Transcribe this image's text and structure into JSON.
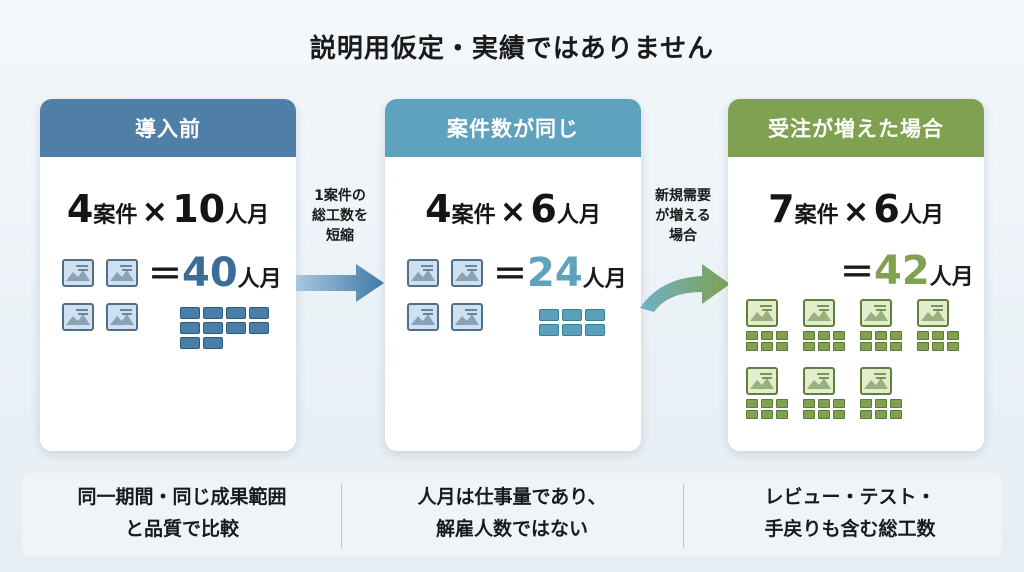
{
  "title": "説明用仮定・実績ではありません",
  "cards": [
    {
      "header": "導入前",
      "formula": {
        "cases": "4",
        "cases_unit": "案件",
        "times": "×",
        "per": "10",
        "per_unit": "人月"
      },
      "result": {
        "eq": "＝",
        "value": "40",
        "unit": "人月"
      },
      "cases_count": 4,
      "blocks_count": 10,
      "color": "#4f7ea6"
    },
    {
      "header": "案件数が同じ",
      "formula": {
        "cases": "4",
        "cases_unit": "案件",
        "times": "×",
        "per": "6",
        "per_unit": "人月"
      },
      "result": {
        "eq": "＝",
        "value": "24",
        "unit": "人月"
      },
      "cases_count": 4,
      "blocks_count": 6,
      "color": "#5fa2bd"
    },
    {
      "header": "受注が増えた場合",
      "formula": {
        "cases": "7",
        "cases_unit": "案件",
        "times": "×",
        "per": "6",
        "per_unit": "人月"
      },
      "result": {
        "eq": "＝",
        "value": "42",
        "unit": "人月"
      },
      "cases_count": 7,
      "blocks_count": 42,
      "color": "#7fa150"
    }
  ],
  "arrows": [
    {
      "label_lines": [
        "1案件の",
        "総工数を",
        "短縮"
      ],
      "color": "#4f7ea6"
    },
    {
      "label_lines": [
        "新規需要",
        "が増える",
        "場合"
      ],
      "color": "#7fa150"
    }
  ],
  "notes": [
    {
      "lines": [
        "同一期間・同じ成果範囲",
        "と品質で比較"
      ]
    },
    {
      "lines": [
        "人月は仕事量であり、",
        "解雇人数ではない"
      ]
    },
    {
      "lines": [
        "レビュー・テスト・",
        "手戻りも含む総工数"
      ]
    }
  ]
}
